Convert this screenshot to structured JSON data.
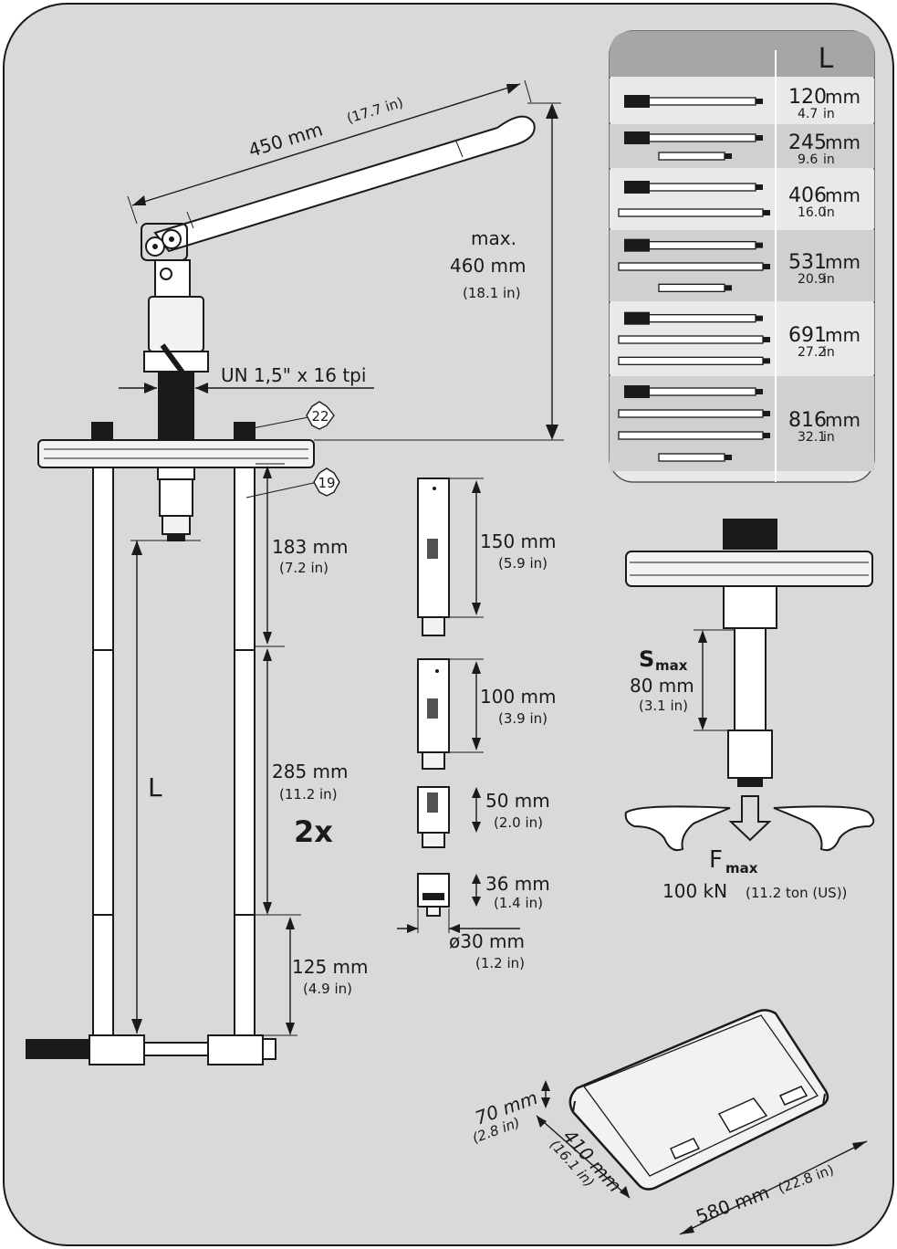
{
  "colors": {
    "background": "#d9d9d9",
    "table_header": "#a6a6a6",
    "table_row_light": "#e9e9e9",
    "table_row_dark": "#d0d0d0",
    "ink": "#1a1a1a"
  },
  "handle": {
    "length": "450 mm",
    "length_in": "(17.7 in)",
    "height_label": "max.",
    "height": "460 mm",
    "height_in": "(18.1 in)"
  },
  "thread": "UN 1,5\" x 16 tpi",
  "part_numbers": [
    "22",
    "19"
  ],
  "rod_dims": {
    "seg1": "183 mm",
    "seg1_in": "(7.2 in)",
    "seg2": "285 mm",
    "seg2_in": "(11.2 in)",
    "seg3": "125 mm",
    "seg3_in": "(4.9 in)",
    "length_symbol": "L",
    "qty": "2x"
  },
  "extensions": [
    {
      "mm": "150 mm",
      "in": "(5.9 in)"
    },
    {
      "mm": "100 mm",
      "in": "(3.9 in)"
    },
    {
      "mm": "50 mm",
      "in": "(2.0 in)"
    },
    {
      "mm": "36 mm",
      "in": "(1.4 in)"
    }
  ],
  "diameter": {
    "mm": "ø30 mm",
    "in": "(1.2 in)"
  },
  "table": {
    "header": "L",
    "rows": [
      {
        "mm": "120",
        "unit": "mm",
        "inch": "4.7",
        "iunit": "in",
        "rods": 1
      },
      {
        "mm": "245",
        "unit": "mm",
        "inch": "9.6",
        "iunit": "in",
        "rods": 2
      },
      {
        "mm": "406",
        "unit": "mm",
        "inch": "16.0",
        "iunit": "in",
        "rods": 2
      },
      {
        "mm": "531",
        "unit": "mm",
        "inch": "20.9",
        "iunit": "in",
        "rods": 3
      },
      {
        "mm": "691",
        "unit": "mm",
        "inch": "27.2",
        "iunit": "in",
        "rods": 3
      },
      {
        "mm": "816",
        "unit": "mm",
        "inch": "32.1",
        "iunit": "in",
        "rods": 4
      }
    ]
  },
  "stroke": {
    "symbol": "S",
    "sub": "max",
    "mm": "80 mm",
    "in": "(3.1 in)"
  },
  "force": {
    "symbol": "F",
    "sub": "max",
    "kn": "100 kN",
    "ton": "(11.2 ton (US))"
  },
  "case": {
    "h_mm": "70 mm",
    "h_in": "(2.8 in)",
    "d_mm": "410 mm",
    "d_in": "(16.1 in)",
    "w_mm": "580 mm",
    "w_in": "(22.8 in)"
  }
}
